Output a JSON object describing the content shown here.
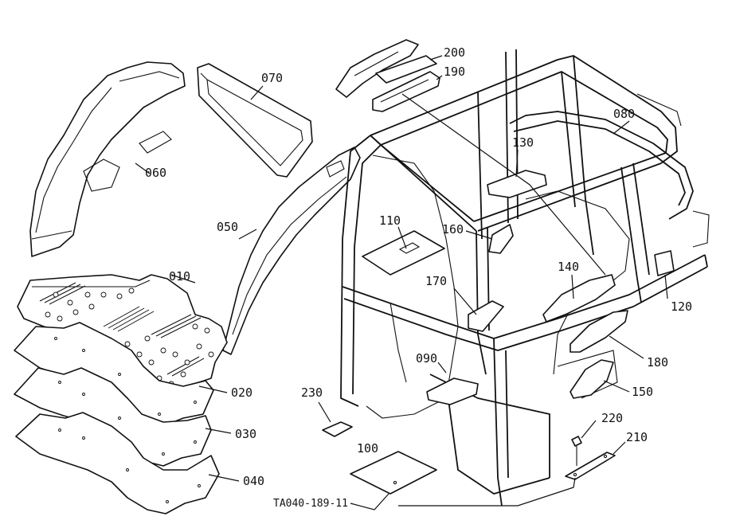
{
  "diagram": {
    "drawing_code": "TA040-189-11",
    "parts": [
      {
        "id": "010",
        "label": "010"
      },
      {
        "id": "020",
        "label": "020"
      },
      {
        "id": "030",
        "label": "030"
      },
      {
        "id": "040",
        "label": "040"
      },
      {
        "id": "050",
        "label": "050"
      },
      {
        "id": "060",
        "label": "060"
      },
      {
        "id": "070",
        "label": "070"
      },
      {
        "id": "080",
        "label": "080"
      },
      {
        "id": "090",
        "label": "090"
      },
      {
        "id": "100",
        "label": "100"
      },
      {
        "id": "110",
        "label": "110"
      },
      {
        "id": "120",
        "label": "120"
      },
      {
        "id": "130",
        "label": "130"
      },
      {
        "id": "140",
        "label": "140"
      },
      {
        "id": "150",
        "label": "150"
      },
      {
        "id": "160",
        "label": "160"
      },
      {
        "id": "170",
        "label": "170"
      },
      {
        "id": "180",
        "label": "180"
      },
      {
        "id": "190",
        "label": "190"
      },
      {
        "id": "200",
        "label": "200"
      },
      {
        "id": "210",
        "label": "210"
      },
      {
        "id": "220",
        "label": "220"
      },
      {
        "id": "230",
        "label": "230"
      }
    ]
  }
}
